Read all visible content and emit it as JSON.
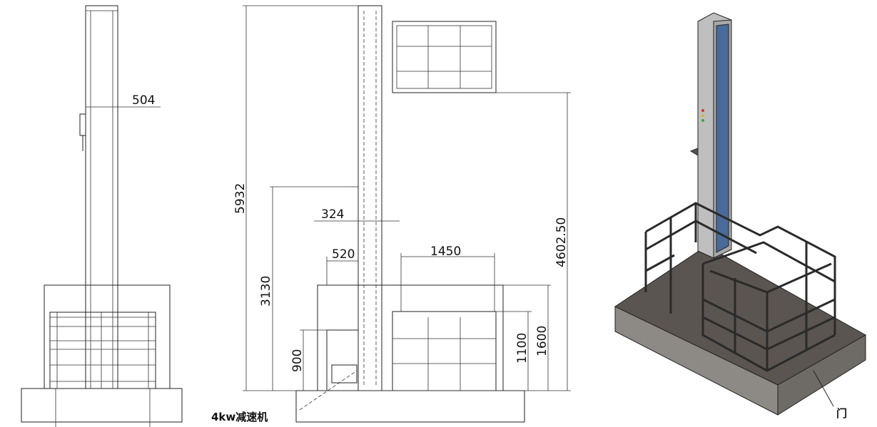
{
  "front_view": {
    "dim_width": "504"
  },
  "side_view": {
    "dim_total_height": "5932",
    "dim_column_depth": "324",
    "dim_offset": "520",
    "dim_cage_length": "1450",
    "dim_mid_height": "3130",
    "dim_lift_height": "4602.50",
    "dim_cage_height": "1100",
    "dim_frame_height": "1600",
    "dim_motor_height": "900",
    "motor_label": "4kw减速机"
  },
  "iso_view": {
    "door_label": "门",
    "column_stripe_color": "#4a6a9c",
    "base_color": "#5a5550",
    "frame_color": "#2a2a2a"
  }
}
